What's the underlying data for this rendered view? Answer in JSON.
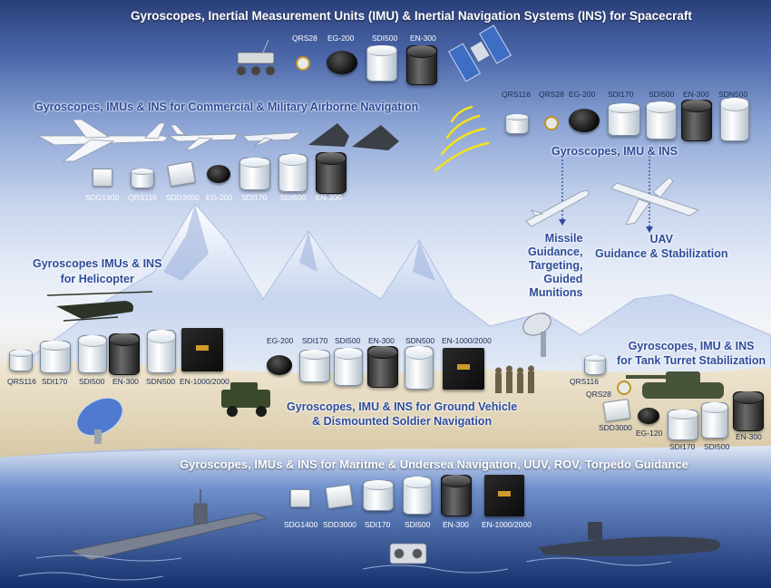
{
  "titles": {
    "spacecraft": "Gyroscopes, Inertial Measurement Units (IMU) & Inertial Navigation Systems (INS) for Spacecraft",
    "airborne": "Gyroscopes, IMUs & INS for Commercial & Military Airborne Navigation",
    "gyros_right": "Gyroscopes, IMU & INS",
    "missile": [
      "Missile",
      "Guidance,",
      "Targeting,",
      "Guided",
      "Munitions"
    ],
    "uav": [
      "UAV",
      "Guidance & Stabilization"
    ],
    "helicopter": [
      "Gyroscopes IMUs & INS",
      "for Helicopter"
    ],
    "tank": [
      "Gyroscopes, IMU & INS",
      "for Tank Turret Stabilization"
    ],
    "ground": [
      "Gyroscopes, IMU & INS for Ground Vehicle",
      "& Dismounted Soldier Navigation"
    ],
    "maritime": "Gyroscopes, IMUs & INS for Maritme & Undersea Navigation, UUV, ROV, Torpedo Guidance"
  },
  "products": {
    "space": [
      "QRS28",
      "EG-200",
      "SDI500",
      "EN-300"
    ],
    "sat": [
      "QRS116",
      "QRS28",
      "EG-200",
      "SDI170",
      "SDI500",
      "EN-300",
      "SDN500"
    ],
    "air": [
      "SDG1400",
      "QRS116",
      "SDD3000",
      "EG-200",
      "SDI170",
      "SDI500",
      "EN-300"
    ],
    "heli": [
      "QRS116",
      "SDI170",
      "SDI500",
      "EN-300",
      "SDN500",
      "EN-1000/2000"
    ],
    "ground": [
      "EG-200",
      "SDI170",
      "SDI500",
      "EN-300",
      "SDN500",
      "EN-1000/2000"
    ],
    "tank": [
      "QRS116",
      "QRS28",
      "SDD3000",
      "EG-120",
      "SDI170",
      "SDI500",
      "EN-300"
    ],
    "sea": [
      "SDG1400",
      "SDD3000",
      "SDI170",
      "SDI500",
      "EN-300",
      "EN-1000/2000"
    ]
  }
}
